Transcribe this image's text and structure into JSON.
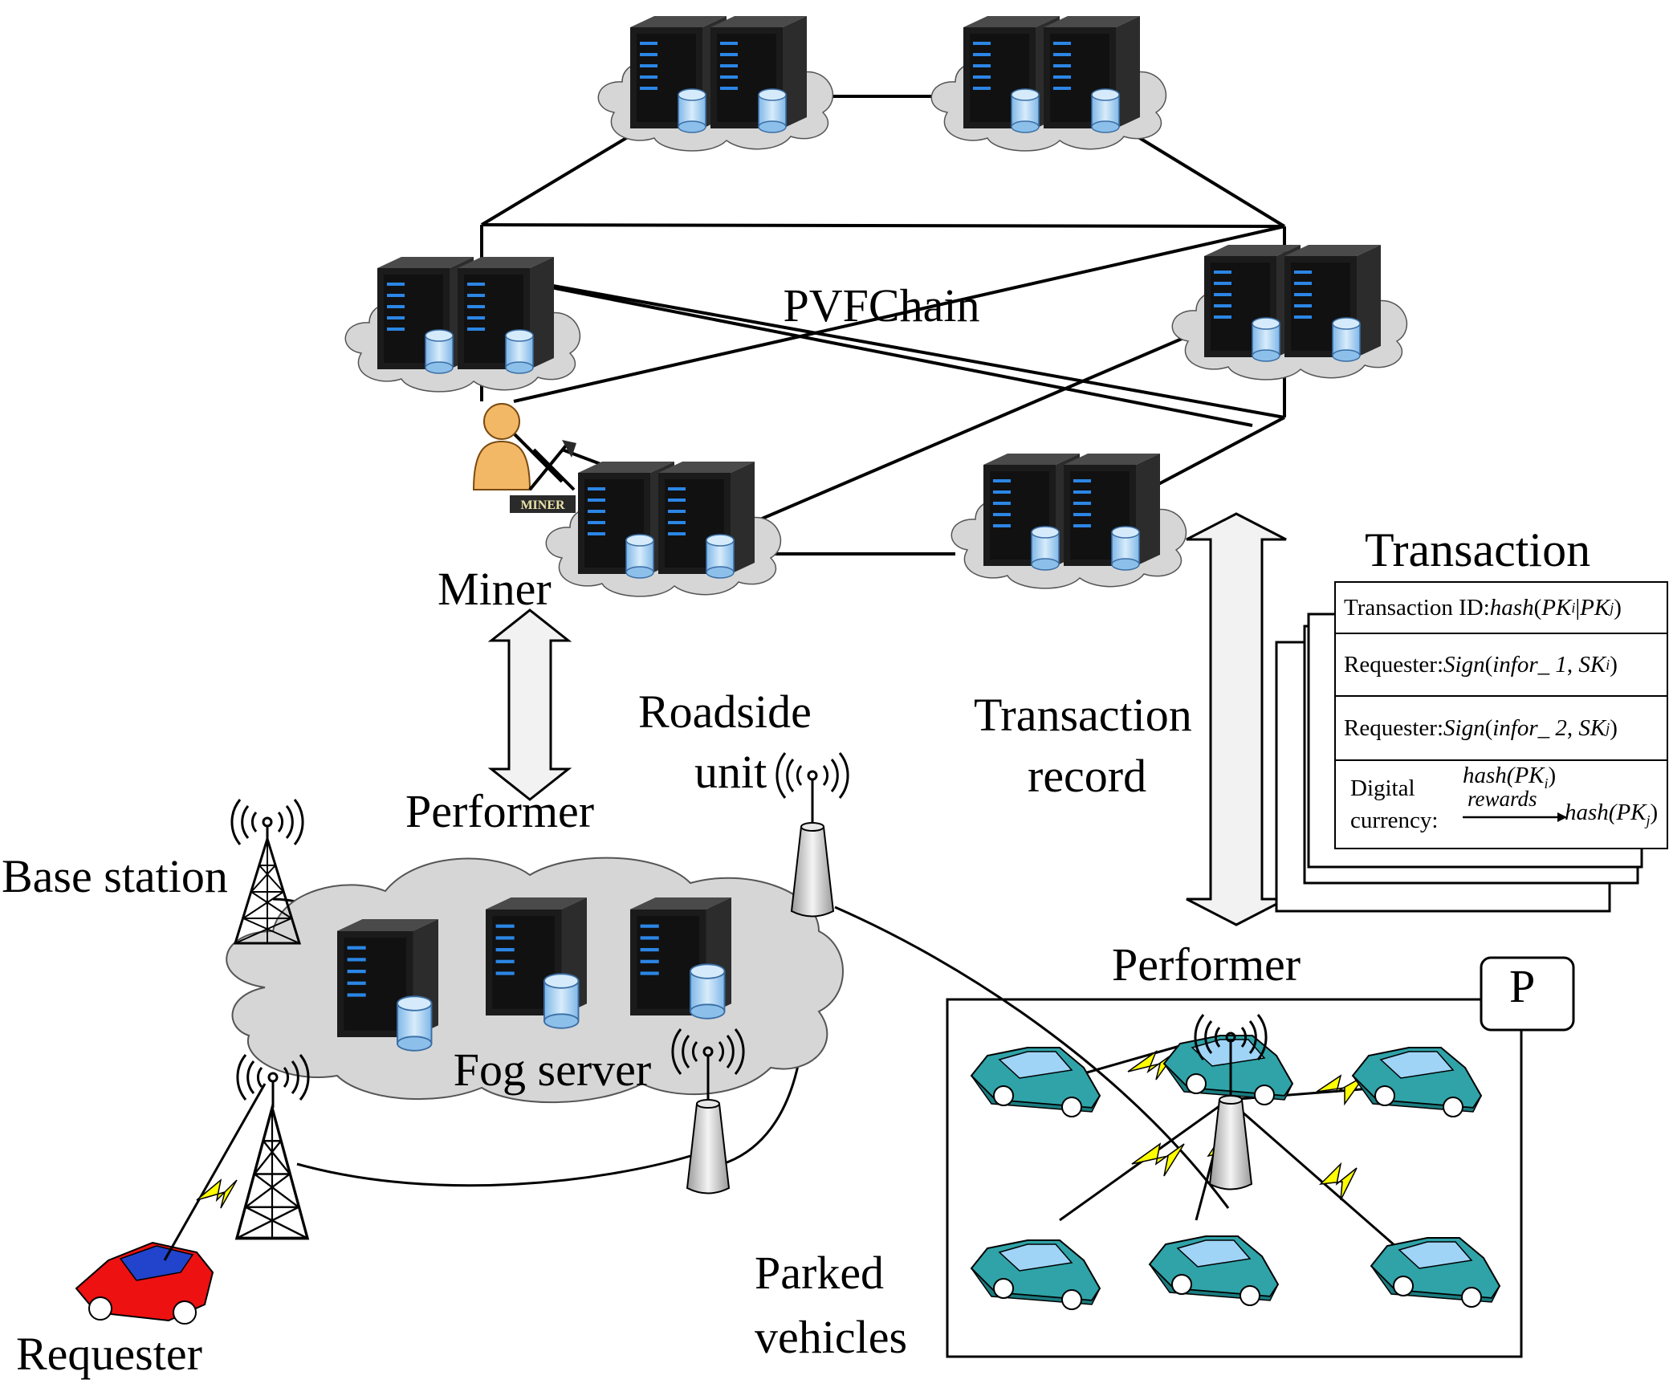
{
  "labels": {
    "chain": "PVFChain",
    "miner": "Miner",
    "miner_badge": "MINER",
    "performer_top": "Performer",
    "performer_right": "Performer",
    "roadside_line1": "Roadside",
    "roadside_line2": "unit",
    "base_station": "Base station",
    "fog_server": "Fog server",
    "requester": "Requester",
    "parked_line1": "Parked",
    "parked_line2": "vehicles",
    "transaction_record_line1": "Transaction",
    "transaction_record_line2": "record",
    "parking_sign": "P"
  },
  "transaction": {
    "title": "Transaction",
    "row1_label": "Transaction ID: ",
    "row1_func": "hash",
    "row1_a": "PK",
    "row1_a_sub": "i",
    "row1_sep": "|",
    "row1_b": "PK",
    "row1_b_sub": "j",
    "row2_label": "Requester: ",
    "row2_func": "Sign",
    "row2_arg": "infor_ 1",
    "row2_key": "SK",
    "row2_key_sub": "i",
    "row3_label": "Requester: ",
    "row3_func": "Sign",
    "row3_arg": "infor_ 2",
    "row3_key": "SK",
    "row3_key_sub": "j",
    "row4_label_line1": "Digital",
    "row4_label_line2": "currency:",
    "row4_from": "hash(PK",
    "row4_from_sub": "i",
    "row4_arrow_label": "rewards",
    "row4_to": "hash(PK",
    "row4_to_sub": "j"
  },
  "colors": {
    "server": "#1f1f1f",
    "server_led": "#2b86e6",
    "cylinder": "#a9d3f5",
    "cloud": "#d6d6d6",
    "car_parked": "#2fa3a8",
    "car_window": "#9fd4f7",
    "car_requester": "#ee1111",
    "car_requester_roof": "#2244cc",
    "lightning": "#ffff00",
    "arrow_fill": "#f2f2f2",
    "miner_skin": "#f2b866"
  }
}
